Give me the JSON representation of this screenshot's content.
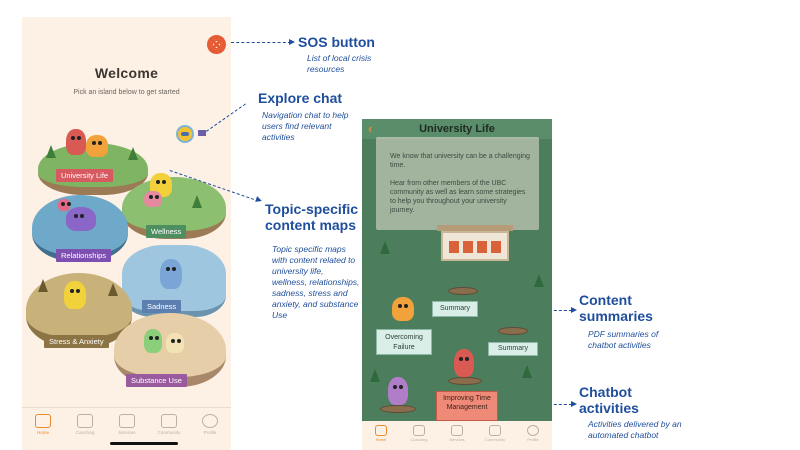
{
  "home_screen": {
    "title": "Welcome",
    "subtitle": "Pick an island below to get started",
    "islands": [
      {
        "label": "University Life",
        "color": "#d65a5f"
      },
      {
        "label": "Wellness",
        "color": "#4e8f62"
      },
      {
        "label": "Relationships",
        "color": "#7d4fb0"
      },
      {
        "label": "Sadness",
        "color": "#5c7fb0"
      },
      {
        "label": "Stress & Anxiety",
        "color": "#8c7444"
      },
      {
        "label": "Substance Use",
        "color": "#9a5b9e"
      }
    ],
    "tabs": [
      {
        "label": "Home",
        "icon": "home-icon",
        "active": true
      },
      {
        "label": "Coaching",
        "icon": "chat-icon",
        "active": false
      },
      {
        "label": "Services",
        "icon": "services-icon",
        "active": false
      },
      {
        "label": "Community",
        "icon": "community-icon",
        "active": false
      },
      {
        "label": "Profile",
        "icon": "profile-icon",
        "active": false
      }
    ]
  },
  "university_screen": {
    "title": "University Life",
    "intro_1": "We know that university can be a challenging time.",
    "intro_2": "Hear from other members of the UBC community as well as learn some strategies to help you throughout your university journey.",
    "buttons": {
      "summary_1": "Summary",
      "overcoming_failure": "Overcoming Failure",
      "summary_2": "Summary",
      "improving_time": "Improving Time Management"
    },
    "tabs": [
      {
        "label": "Home",
        "active": true
      },
      {
        "label": "Coaching",
        "active": false
      },
      {
        "label": "Services",
        "active": false
      },
      {
        "label": "Community",
        "active": false
      },
      {
        "label": "Profile",
        "active": false
      }
    ]
  },
  "annotations": {
    "sos": {
      "title": "SOS button",
      "desc": "List of local crisis resources"
    },
    "explore": {
      "title": "Explore chat",
      "desc": "Navigation chat to help users find relevant activities"
    },
    "topic": {
      "title": "Topic-specific content maps",
      "desc": "Topic specific maps with content related to university life, wellness, relationships, sadness, stress and anxiety, and substance Use"
    },
    "content": {
      "title": "Content summaries",
      "desc": "PDF summaries of chatbot activities"
    },
    "chatbot": {
      "title": "Chatbot activities",
      "desc": "Activities delivered by an automated chatbot"
    }
  },
  "colors": {
    "accent": "#e98a2e",
    "annotation": "#1f4e9c",
    "sos": "#e55c34"
  }
}
